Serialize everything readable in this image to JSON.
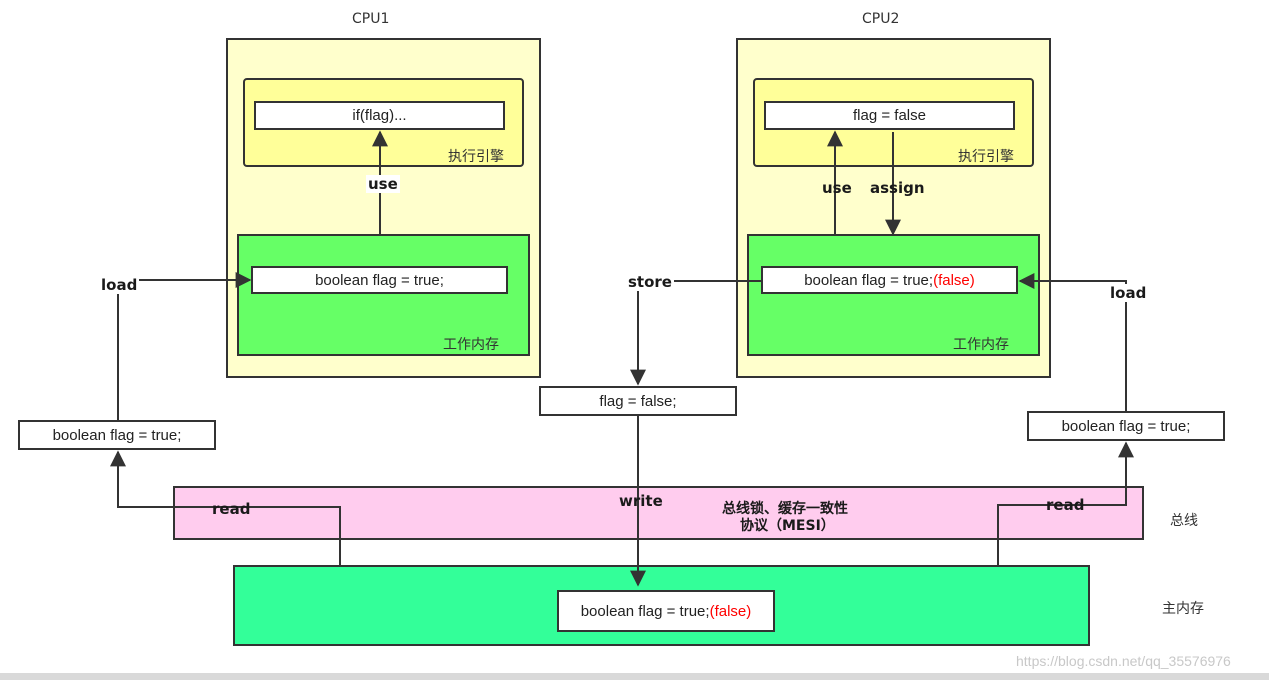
{
  "cpu1": {
    "title": "CPU1",
    "engine": {
      "code": "if(flag)...",
      "label": "执行引擎"
    },
    "working_memory": {
      "code": "boolean flag = true;",
      "label": "工作内存"
    }
  },
  "cpu2": {
    "title": "CPU2",
    "engine": {
      "code": "flag = false",
      "label": "执行引擎"
    },
    "working_memory": {
      "code": "boolean flag = true;",
      "code_changed": "(false)",
      "label": "工作内存"
    }
  },
  "transfer_boxes": {
    "left": "boolean flag = true;",
    "middle": "flag = false;",
    "right": "boolean flag = true;"
  },
  "bus": {
    "text_line1": "总线锁、缓存一致性",
    "text_line2": "协议（MESI）",
    "side_label": "总线"
  },
  "main_memory": {
    "code": "boolean flag = true;",
    "code_changed": "(false)",
    "side_label": "主内存"
  },
  "operations": {
    "use_left": "use",
    "use_right": "use",
    "assign": "assign",
    "load_left": "load",
    "load_right": "load",
    "store": "store",
    "write": "write",
    "read_left": "read",
    "read_right": "read"
  },
  "colors": {
    "cpu_bg": "#ffffcc",
    "engine_bg": "#ffff99",
    "working_memory_bg": "#66ff66",
    "bus_bg": "#ffccee",
    "main_memory_bg": "#33ff99",
    "highlight": "#ff0000"
  },
  "watermark": "https://blog.csdn.net/qq_35576976"
}
